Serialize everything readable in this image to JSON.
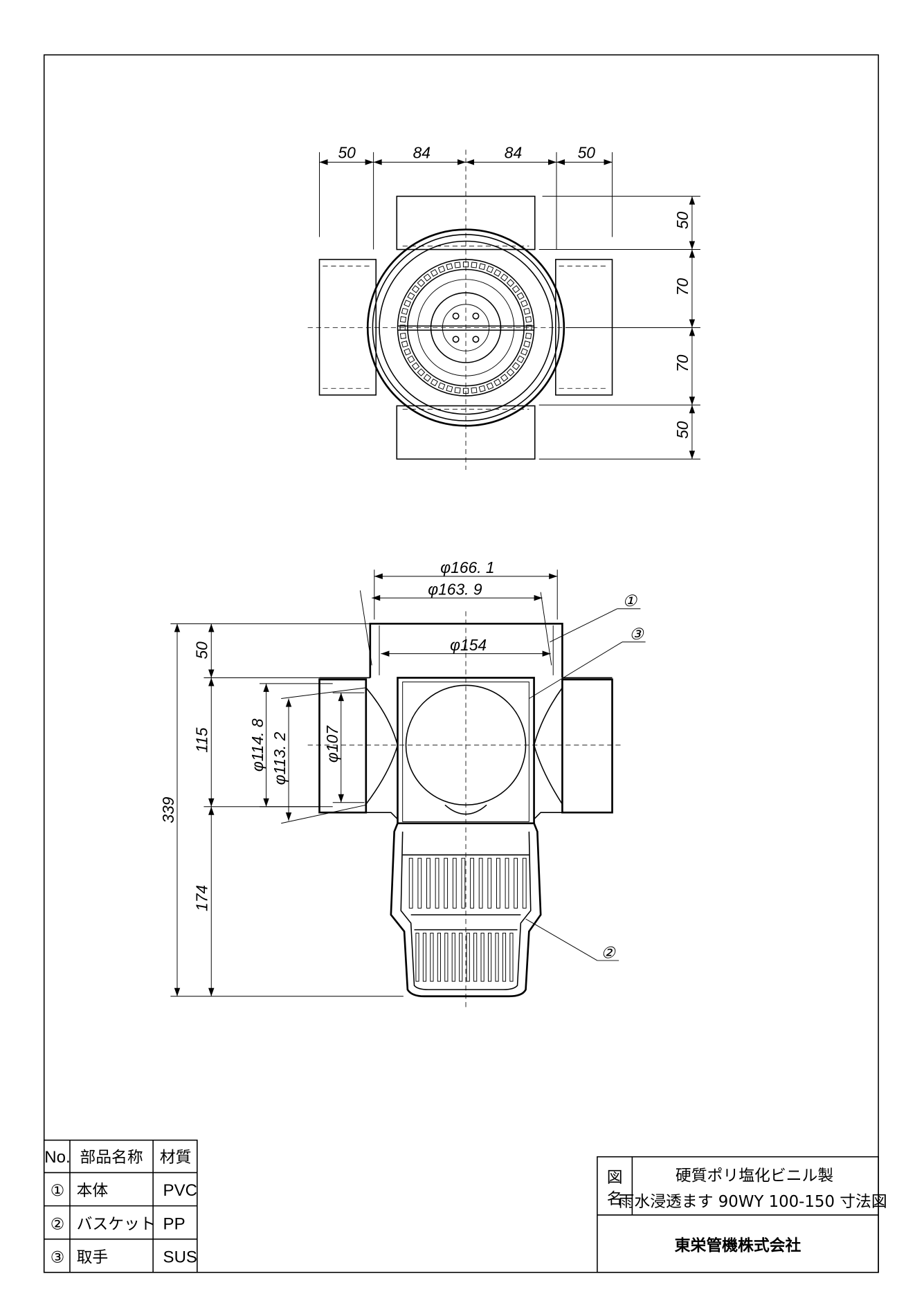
{
  "top_view": {
    "dims_horizontal": [
      "50",
      "84",
      "84",
      "50"
    ],
    "dims_vertical": [
      "50",
      "70",
      "70",
      "50"
    ]
  },
  "side_view": {
    "dia_outer": "φ166. 1",
    "dia_mid": "φ163. 9",
    "dia_inner": "φ154",
    "dia_side_1": "φ114. 8",
    "dia_side_2": "φ113. 2",
    "dia_side_3": "φ107",
    "height_total": "339",
    "height_top": "50",
    "height_mid": "115",
    "height_bottom": "174",
    "callouts": [
      "①",
      "③",
      "②"
    ]
  },
  "parts_table": {
    "headers": [
      "No.",
      "部品名称",
      "材質"
    ],
    "rows": [
      {
        "no": "①",
        "name": "本体",
        "material": "PVC"
      },
      {
        "no": "②",
        "name": "バスケット",
        "material": "PP"
      },
      {
        "no": "③",
        "name": "取手",
        "material": "SUS"
      }
    ]
  },
  "title_block": {
    "label": [
      "図",
      "名"
    ],
    "title_line1": "硬質ポリ塩化ビニル製",
    "title_line2": "雨水浸透ます 90WY 100-150 寸法図",
    "company": "東栄管機株式会社"
  }
}
